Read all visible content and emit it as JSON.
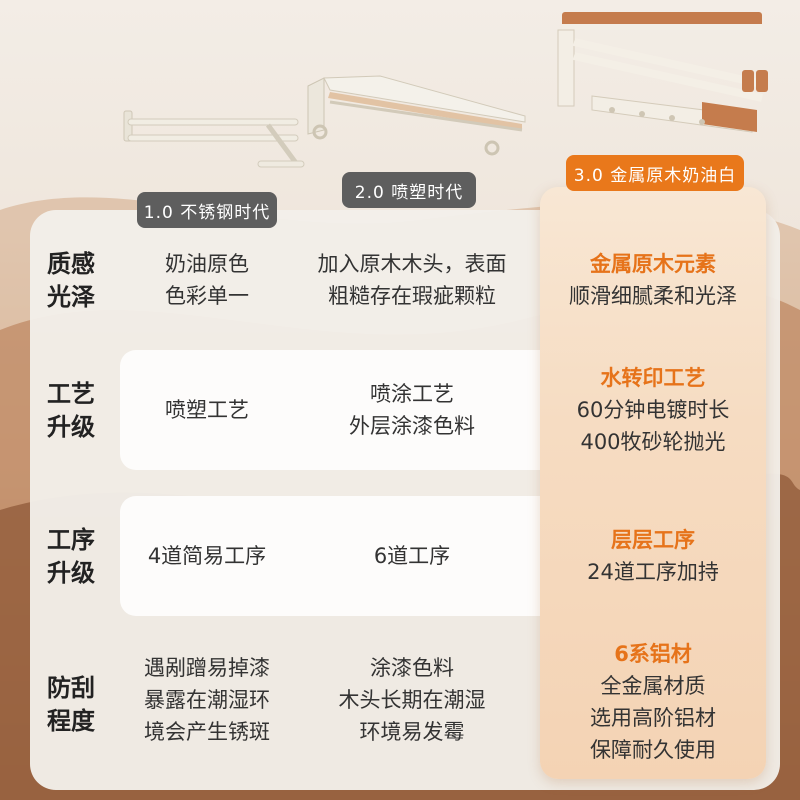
{
  "versions": [
    {
      "label": "1.0 不锈钢时代",
      "color": "#5e5e5e"
    },
    {
      "label": "2.0 喷塑时代",
      "color": "#5e5e5e"
    },
    {
      "label": "3.0 金属原木奶油白",
      "color": "#e9781b"
    }
  ],
  "rows": [
    {
      "label": [
        "质感",
        "光泽"
      ],
      "v1": [
        "奶油原色",
        "色彩单一"
      ],
      "v2": [
        "加入原木木头，表面",
        "粗糙存在瑕疵颗粒"
      ],
      "v3_title": "金属原木元素",
      "v3": [
        "顺滑细腻柔和光泽"
      ]
    },
    {
      "label": [
        "工艺",
        "升级"
      ],
      "v1": [
        "喷塑工艺"
      ],
      "v2": [
        "喷涂工艺",
        "外层涂漆色料"
      ],
      "v3_title": "水转印工艺",
      "v3": [
        "60分钟电镀时长",
        "400牧砂轮抛光"
      ]
    },
    {
      "label": [
        "工序",
        "升级"
      ],
      "v1": [
        "4道简易工序"
      ],
      "v2": [
        "6道工序"
      ],
      "v3_title": "层层工序",
      "v3": [
        "24道工序加持"
      ]
    },
    {
      "label": [
        "防刮",
        "程度"
      ],
      "v1": [
        "遇剐蹭易掉漆",
        "暴露在潮湿环",
        "境会产生锈斑"
      ],
      "v2": [
        "涂漆色料",
        "木头长期在潮湿",
        "环境易发霉"
      ],
      "v3_title": "6系铝材",
      "v3": [
        "全金属材质",
        "选用高阶铝材",
        "保障耐久使用"
      ]
    }
  ],
  "accent_color": "#e6731a"
}
